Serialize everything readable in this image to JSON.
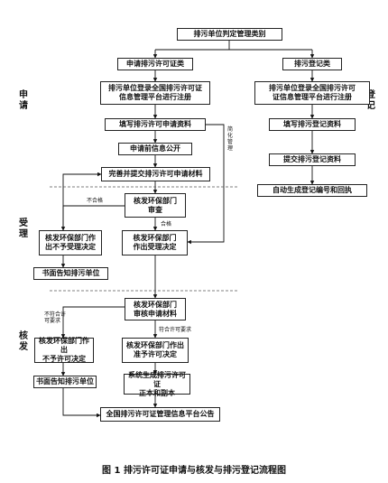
{
  "nodes": {
    "top": "排污单位判定管理类别",
    "permit_type": "申请排污许可证类",
    "reg_type": "排污登记类",
    "p_login": "排污单位登录全国排污许可证\n信息管理平台进行注册",
    "r_login": "排污单位登录全国排污许可\n证信息管理平台进行注册",
    "p_fill": "填写排污许可申请资料",
    "r_fill": "填写排污登记资料",
    "p_public": "申请前信息公开",
    "r_submit": "提交排污登记资料",
    "p_submit": "完善并提交排污许可申请材料",
    "r_auto": "自动生成登记编号和回执",
    "review": "核发环保部门\n审查",
    "reject_dec": "核发环保部门作\n出不予受理决定",
    "accept_dec": "核发环保部门\n作出受理决定",
    "reject_notice": "书面告知排污单位",
    "audit": "核发环保部门\n审核申请材料",
    "deny_dec": "核发环保部门作出\n不予许可决定",
    "grant_dec": "核发环保部门作出\n准予许可决定",
    "deny_notice": "书面告知排污单位",
    "gen_cert": "系统生成排污许可证\n正本和副本",
    "announce": "全国排污许可证管理信息平台公告"
  },
  "labels": {
    "simplified": "简\n化\n管\n理",
    "not_qualified": "不合格",
    "qualified": "合格",
    "not_meet": "不符合许\n可要求",
    "meet": "符合许可要求"
  },
  "sections": {
    "apply": "申\n请",
    "register": "登\n记",
    "accept": "受\n理",
    "issue": "核\n发"
  },
  "caption": "图 1 排污许可证申请与核发与排污登记流程图"
}
